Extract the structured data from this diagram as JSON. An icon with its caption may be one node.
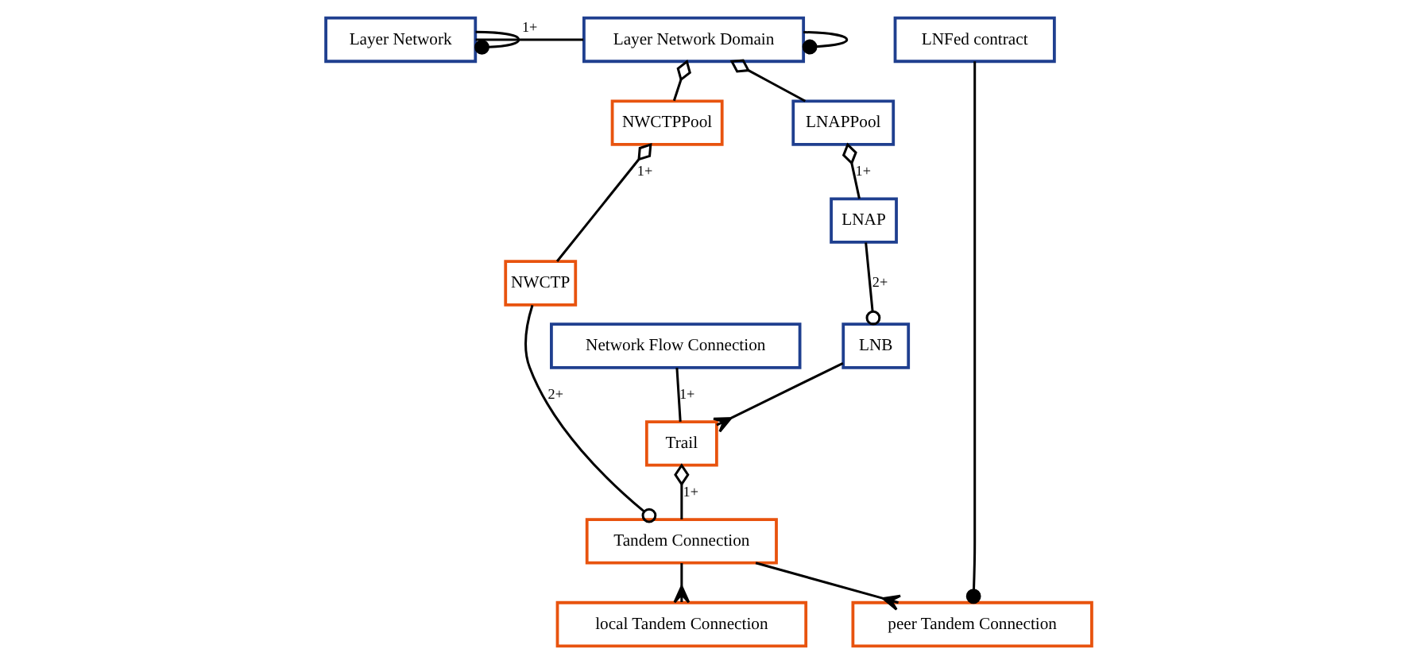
{
  "diagram": {
    "nodes": [
      {
        "text": [
          "Layer Network"
        ]
      },
      {
        "text": [
          "Layer Network Domain"
        ]
      },
      {
        "text": [
          "LNFed contract"
        ]
      },
      {
        "text": [
          "LNAPPool"
        ]
      },
      {
        "text": [
          "NWCTPPool"
        ]
      },
      {
        "text": [
          "peer Tandem Connection"
        ]
      },
      {
        "text": [
          "LNAP"
        ]
      },
      {
        "text": [
          "NWCTP"
        ]
      },
      {
        "text": [
          "local Tandem Connection"
        ]
      },
      {
        "text": [
          "LNB"
        ]
      },
      {
        "text": [
          "Trail"
        ]
      },
      {
        "text": [
          "Tandem Connection"
        ]
      },
      {
        "text": [
          "Network Flow Connection"
        ]
      }
    ],
    "edges": [
      {
        "from": 0,
        "to": 0,
        "arrow": "other"
      },
      {
        "from": 0,
        "to": 1,
        "arrow": "none",
        "label": "1+"
      },
      {
        "from": 1,
        "to": 1,
        "arrow": "other"
      },
      {
        "from": 1,
        "to": 3,
        "arrow": "other"
      },
      {
        "from": 1,
        "to": 4,
        "arrow": "other"
      },
      {
        "from": 2,
        "to": 5,
        "arrow": "other"
      },
      {
        "from": 3,
        "to": 6,
        "arrow": "other",
        "label": "1+"
      },
      {
        "from": 4,
        "to": 7,
        "arrow": "other",
        "label": "1+"
      },
      {
        "from": 6,
        "to": 9,
        "arrow": "other",
        "label": "2+"
      },
      {
        "from": 9,
        "to": 10,
        "arrow": "other"
      },
      {
        "from": 7,
        "to": 11,
        "arrow": "other",
        "label": "2+"
      },
      {
        "from": 10,
        "to": 11,
        "arrow": "other",
        "label": "1+"
      },
      {
        "from": 11,
        "to": 5,
        "arrow": "other"
      },
      {
        "from": 11,
        "to": 8,
        "arrow": "other"
      },
      {
        "from": 12,
        "to": 10,
        "arrow": "none",
        "label": "1+"
      }
    ]
  }
}
